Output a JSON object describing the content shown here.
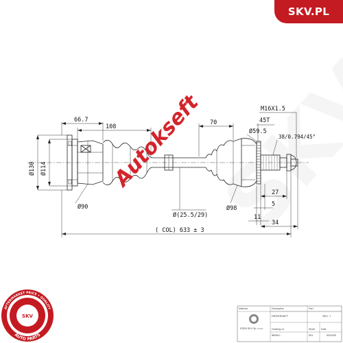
{
  "brand": {
    "badge_text": "SKV.PL",
    "badge_color": "#c41a21",
    "watermark_text": "Autokseft",
    "watermark_color": "#d3242b",
    "bg_watermark_text": "SKV.PL"
  },
  "dimensions": {
    "d130": "Ø130",
    "d114": "Ø114",
    "d90": "Ø90",
    "len_66_7": "66.7",
    "len_108": "108",
    "len_70": "70",
    "thread": "M16X1.5",
    "teeth": "45T",
    "d59_5": "Ø59.5",
    "spline": "38/0.794/45°",
    "len_27": "27",
    "len_5": "5",
    "len_11": "11",
    "len_34": "34",
    "shaft": "Ø(25.5/29)",
    "d98": "Ø98",
    "col": "( COL) 633 ± 3"
  },
  "logo_seal": {
    "ring_text": "AFTERMARKET PRICE • QUALITY",
    "center_text": "SKV",
    "bottom_text": "AUTO PARTS",
    "color": "#c41a21"
  },
  "title_block": {
    "material_label": "Material",
    "description_label": "Description",
    "description_value": "DRIVESHAFT",
    "part_label": "Part",
    "part_value": "SKV...7",
    "company_text": "ESEN SKV Sp. z o.o.",
    "drawing_no_label": "Drawing no.",
    "drawing_no_value": "58SKV...",
    "sheet_label": "Sheet",
    "sheet_value": "001",
    "date_label": "Date",
    "date_value": "02/2025"
  }
}
